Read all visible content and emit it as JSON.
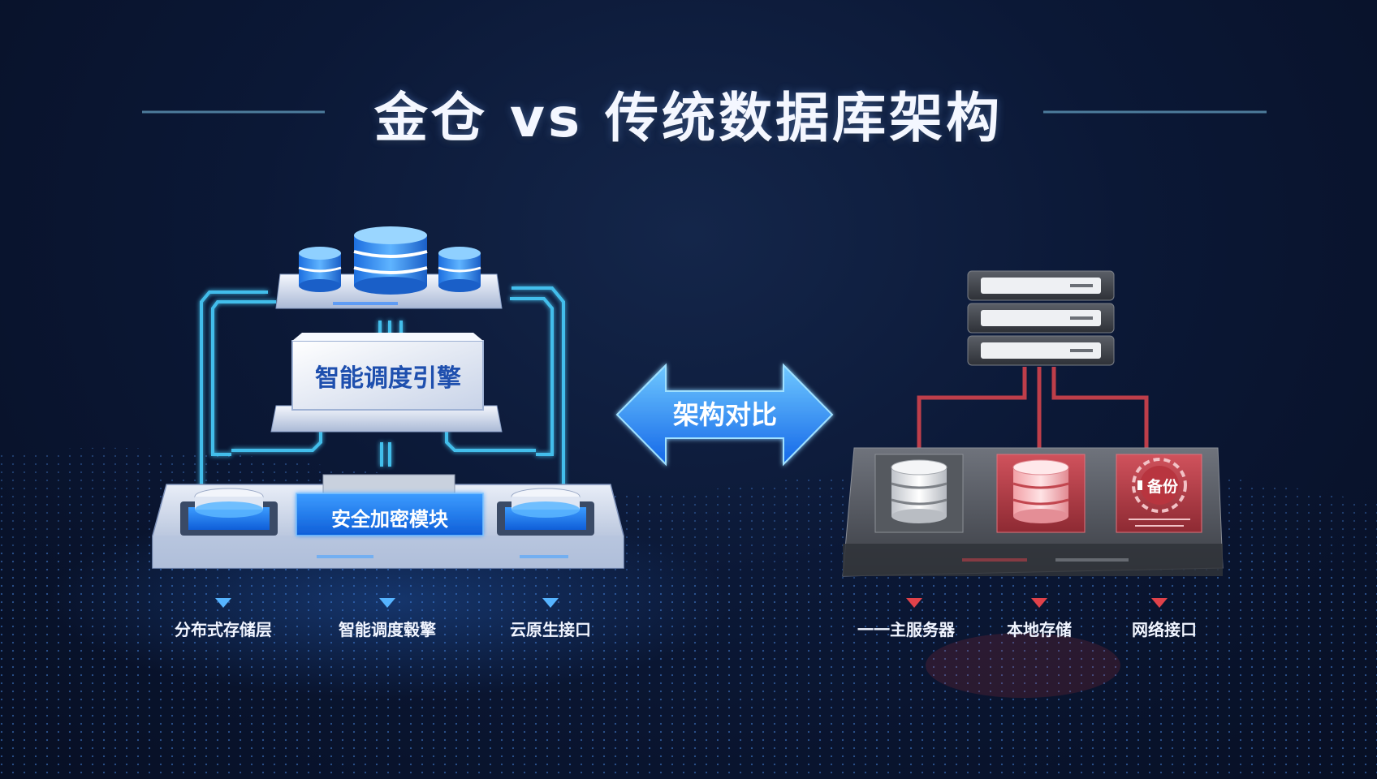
{
  "title": "金仓 vs 传统数据库架构",
  "left": {
    "engine_label": "智能调度引擎",
    "security_label": "安全加密模块",
    "captions": [
      "分布式存储层",
      "智能调度毂擎",
      "云原生接口"
    ],
    "accent_color": "#4aa3ff"
  },
  "center": {
    "compare_label": "架构对比"
  },
  "right": {
    "backup_label": "备份",
    "captions": [
      "一一主服务器",
      "本地存储",
      "网络接口"
    ],
    "accent_color": "#e0424a"
  },
  "icons": [
    "database-stack-icon",
    "server-rack-icon",
    "double-arrow-icon",
    "backup-gear-icon",
    "triangle-marker-icon"
  ]
}
